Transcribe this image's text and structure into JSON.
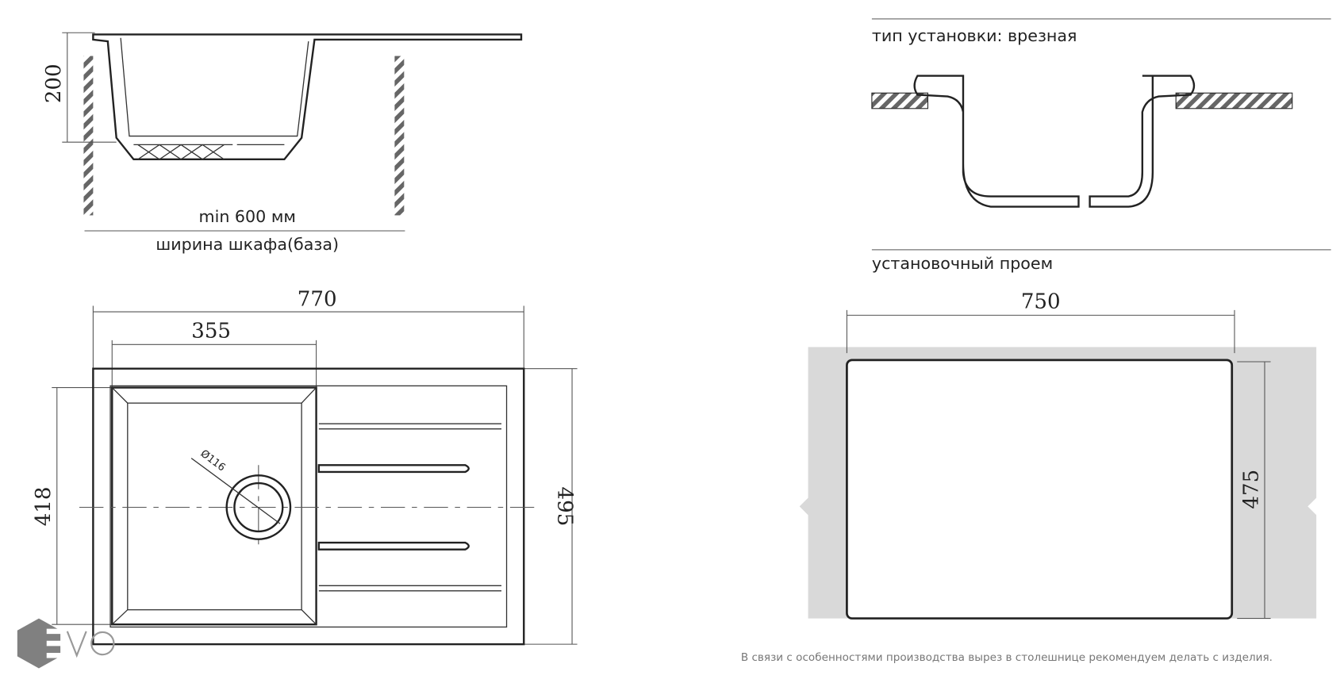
{
  "logo": {
    "text": "EVO",
    "color": "#808080"
  },
  "side_view": {
    "height": "200",
    "min_width": "min 600 мм",
    "cabinet_label": "ширина шкафа(база)"
  },
  "top_view": {
    "total_width": "770",
    "bowl_width": "355",
    "bowl_depth": "418",
    "total_depth": "495",
    "drain_diameter": "Ø116"
  },
  "install": {
    "type_label": "тип установки: врезная",
    "cutout_label": "установочный проем"
  },
  "cutout": {
    "width": "750",
    "depth": "475",
    "countertop_color": "#d9d9d9"
  },
  "footnote": "В связи с особенностями производства вырез в столешнице рекомендуем делать с изделия."
}
